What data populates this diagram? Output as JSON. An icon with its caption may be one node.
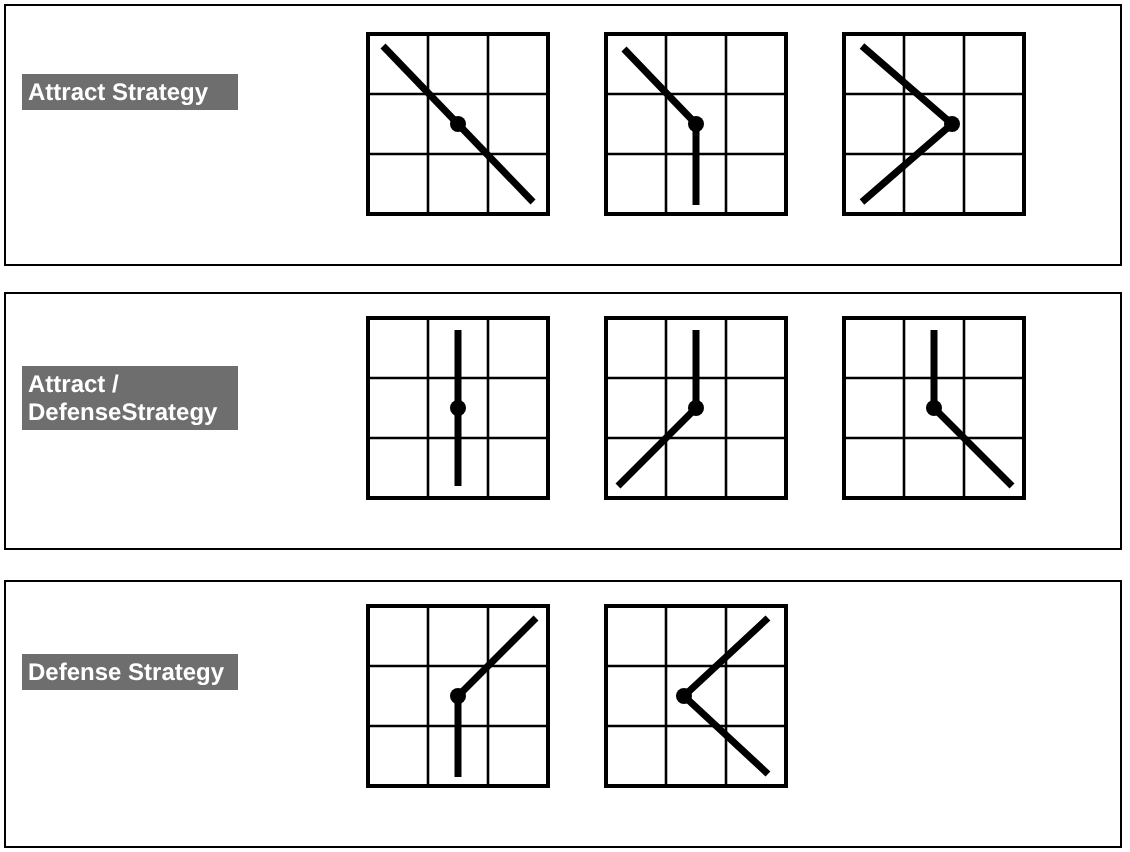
{
  "diagram": {
    "nodes": [
      {
        "text": [
          "Attract Strategy"
        ]
      },
      {
        "text": [
          "Attract / DefenseStrategy"
        ]
      },
      {
        "text": [
          "Defense Strategy"
        ]
      }
    ]
  }
}
